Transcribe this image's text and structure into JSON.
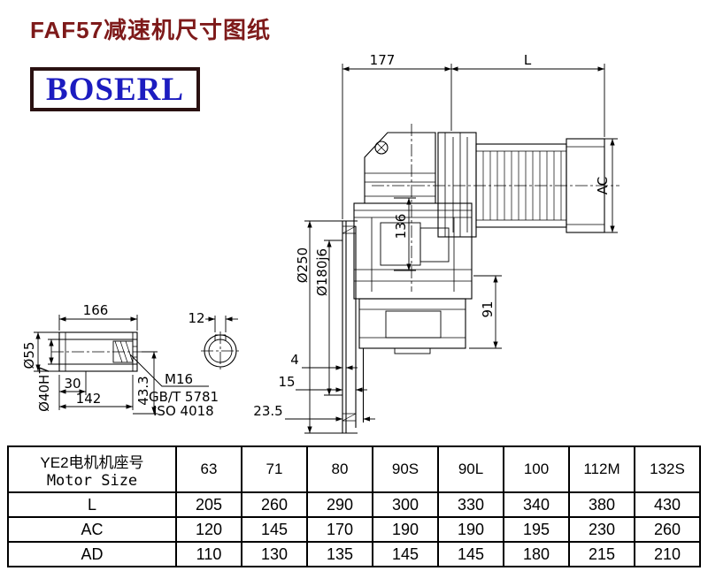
{
  "page": {
    "title": "FAF57减速机尺寸图纸",
    "brand": "BOSERL"
  },
  "colors": {
    "title_text": "#7e1a1a",
    "brand_text": "#1c1cc0",
    "brand_border": "#2a1111",
    "line": "#000000",
    "background": "#ffffff"
  },
  "drawing": {
    "dims": {
      "housing_width": "177",
      "motor_length": "L",
      "motor_height": "AC",
      "flange_diameter": "Ø250",
      "spigot_diameter": "Ø180j6",
      "vert_136": "136",
      "vert_91": "91",
      "flange_step_1": "4",
      "flange_step_2": "15",
      "flange_step_3": "23.5"
    },
    "shaft_detail": {
      "length_166": "166",
      "shaft_diameter": "Ø55",
      "bore_diameter": "Ø40H7",
      "length_30": "30",
      "length_142": "142",
      "keyway_height": "43.3",
      "thread": "M16",
      "standard_gb": "GB/T 5781",
      "standard_iso": "ISO 4018",
      "keyway_width": "12"
    }
  },
  "table": {
    "header": {
      "motor_label_cn": "YE2电机机座号",
      "motor_label_en": "Motor Size",
      "sizes": [
        "63",
        "71",
        "80",
        "90S",
        "90L",
        "100",
        "112M",
        "132S"
      ]
    },
    "rows": [
      {
        "label": "L",
        "values": [
          "205",
          "260",
          "290",
          "300",
          "330",
          "340",
          "380",
          "430"
        ]
      },
      {
        "label": "AC",
        "values": [
          "120",
          "145",
          "170",
          "190",
          "190",
          "195",
          "230",
          "260"
        ]
      },
      {
        "label": "AD",
        "values": [
          "110",
          "130",
          "135",
          "145",
          "145",
          "180",
          "215",
          "210"
        ]
      }
    ]
  }
}
